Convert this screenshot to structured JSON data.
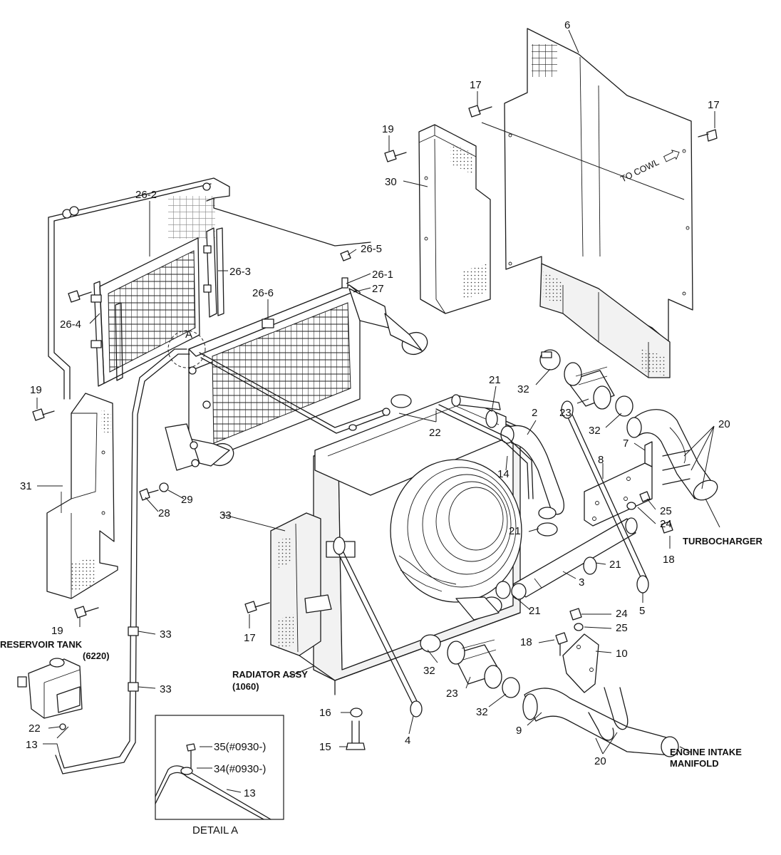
{
  "callouts": [
    {
      "id": "c-6",
      "text": "6"
    },
    {
      "id": "c-17a",
      "text": "17"
    },
    {
      "id": "c-17b",
      "text": "17"
    },
    {
      "id": "c-19a",
      "text": "19"
    },
    {
      "id": "c-30",
      "text": "30"
    },
    {
      "id": "c-26-2",
      "text": "26-2"
    },
    {
      "id": "c-26-5",
      "text": "26-5"
    },
    {
      "id": "c-26-3",
      "text": "26-3"
    },
    {
      "id": "c-26-1",
      "text": "26-1"
    },
    {
      "id": "c-27",
      "text": "27"
    },
    {
      "id": "c-26-4",
      "text": "26-4"
    },
    {
      "id": "c-26-6",
      "text": "26-6"
    },
    {
      "id": "c-A",
      "text": "A"
    },
    {
      "id": "c-19b",
      "text": "19"
    },
    {
      "id": "c-31",
      "text": "31"
    },
    {
      "id": "c-21a",
      "text": "21"
    },
    {
      "id": "c-2",
      "text": "2"
    },
    {
      "id": "c-32a",
      "text": "32"
    },
    {
      "id": "c-23a",
      "text": "23"
    },
    {
      "id": "c-22a",
      "text": "22"
    },
    {
      "id": "c-32b",
      "text": "32"
    },
    {
      "id": "c-20a",
      "text": "20"
    },
    {
      "id": "c-7",
      "text": "7"
    },
    {
      "id": "c-14",
      "text": "14"
    },
    {
      "id": "c-8",
      "text": "8"
    },
    {
      "id": "c-25a",
      "text": "25"
    },
    {
      "id": "c-24a",
      "text": "24"
    },
    {
      "id": "c-28",
      "text": "28"
    },
    {
      "id": "c-29",
      "text": "29"
    },
    {
      "id": "c-33a",
      "text": "33"
    },
    {
      "id": "c-21b",
      "text": "21"
    },
    {
      "id": "c-21c",
      "text": "21"
    },
    {
      "id": "c-18a",
      "text": "18"
    },
    {
      "id": "c-3",
      "text": "3"
    },
    {
      "id": "c-21d",
      "text": "21"
    },
    {
      "id": "c-5",
      "text": "5"
    },
    {
      "id": "c-24b",
      "text": "24"
    },
    {
      "id": "c-25b",
      "text": "25"
    },
    {
      "id": "c-17c",
      "text": "17"
    },
    {
      "id": "c-19c",
      "text": "19"
    },
    {
      "id": "c-33b",
      "text": "33"
    },
    {
      "id": "c-18b",
      "text": "18"
    },
    {
      "id": "c-10",
      "text": "10"
    },
    {
      "id": "c-32c",
      "text": "32"
    },
    {
      "id": "c-33c",
      "text": "33"
    },
    {
      "id": "c-23b",
      "text": "23"
    },
    {
      "id": "c-32d",
      "text": "32"
    },
    {
      "id": "c-16",
      "text": "16"
    },
    {
      "id": "c-22b",
      "text": "22"
    },
    {
      "id": "c-4",
      "text": "4"
    },
    {
      "id": "c-9",
      "text": "9"
    },
    {
      "id": "c-13a",
      "text": "13"
    },
    {
      "id": "c-15",
      "text": "15"
    },
    {
      "id": "c-20b",
      "text": "20"
    },
    {
      "id": "c-35",
      "text": "35(#0930-)"
    },
    {
      "id": "c-34",
      "text": "34(#0930-)"
    },
    {
      "id": "c-13b",
      "text": "13"
    }
  ],
  "labels": {
    "to_cowl": "TO COWL",
    "turbocharger": "TURBOCHARGER",
    "reservoir_tank": "RESERVOIR TANK",
    "reservoir_tank_no": "(6220)",
    "radiator_assy": "RADIATOR ASSY",
    "radiator_assy_no": "(1060)",
    "engine_intake_line1": "ENGINE INTAKE",
    "engine_intake_line2": "MANIFOLD",
    "detail_a": "DETAIL A"
  }
}
